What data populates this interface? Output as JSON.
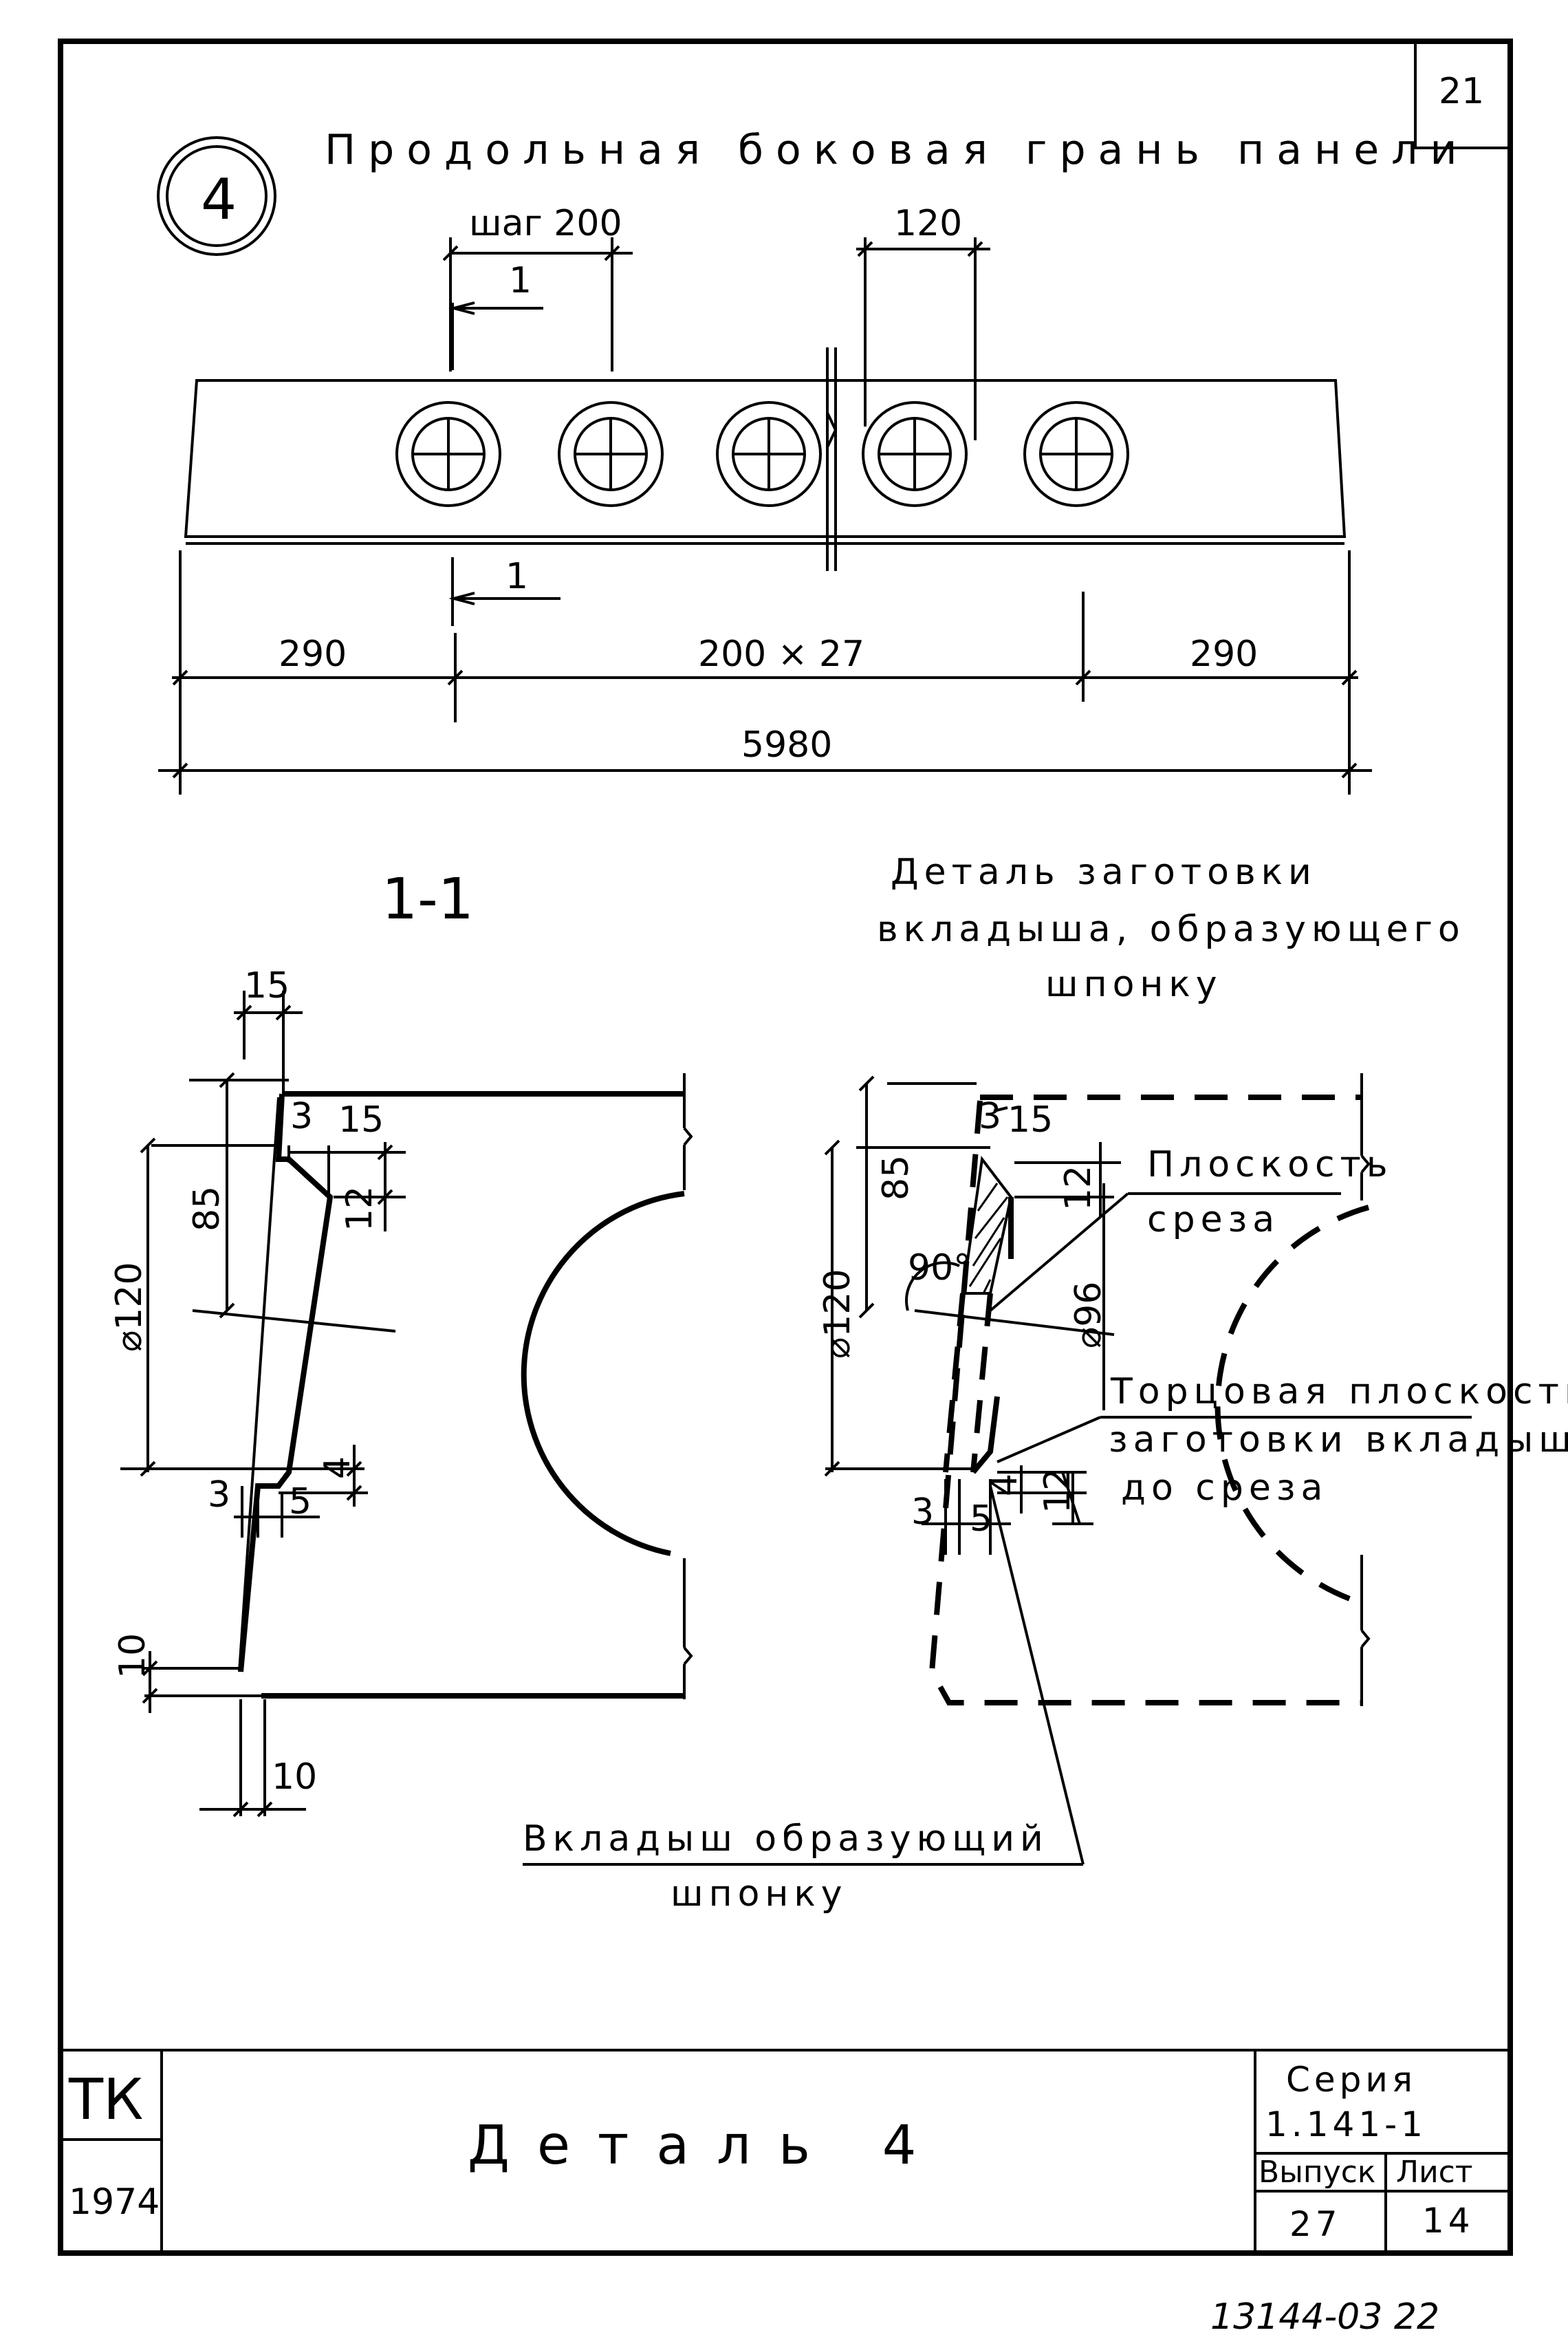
{
  "sheet_number": "21",
  "detail_circle": "4",
  "main_title": "Продольная боковая грань панели",
  "dims_top": {
    "step": "шаг 200",
    "hole_width": "120",
    "cut_mark_top": "1",
    "cut_mark_bottom": "1",
    "left": "290",
    "middle": "200 × 27",
    "right": "290",
    "total": "5980"
  },
  "section_label": "1-1",
  "detail_title": [
    "Деталь заготовки",
    "вкладыша, образующего",
    "шпонку"
  ],
  "section_dims": {
    "d15_top": "15",
    "d3": "3",
    "d15": "15",
    "d85": "85",
    "d12": "12",
    "d120": "⌀120",
    "d4": "4",
    "d3_bottom": "3",
    "d5": "5",
    "d10_side": "10",
    "d10_bottom": "10"
  },
  "blank_dims": {
    "d3": "3",
    "d15": "15",
    "d85": "85",
    "d12_top": "12",
    "d90": "90°",
    "d96": "⌀96",
    "d120": "⌀120",
    "d3_bottom": "3",
    "d5": "5",
    "d4": "4",
    "d12_bottom": "12"
  },
  "notes": {
    "cut_plane": [
      "Плоскость",
      "среза"
    ],
    "end_plane": [
      "Торцовая плоскость",
      "заготовки вкладыша",
      "до среза"
    ],
    "insert": [
      "Вкладыш образующий",
      "шпонку"
    ]
  },
  "stamp": {
    "org": "ТК",
    "year": "1974",
    "title": "Деталь 4",
    "series_label": "Серия",
    "series_value": "1.141-1",
    "issue_label": "Выпуск",
    "issue_value": "27",
    "sheet_label": "Лист",
    "sheet_value": "14"
  },
  "archive_number": "13144-03 22"
}
